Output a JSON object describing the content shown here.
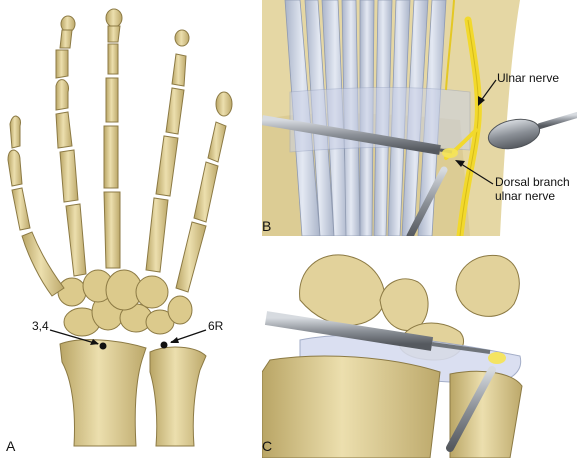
{
  "panels": {
    "a": {
      "letter": "A",
      "marker_left": "3,4",
      "marker_right": "6R"
    },
    "b": {
      "letter": "B",
      "label_ulnar": "Ulnar nerve",
      "label_dorsal_1": "Dorsal branch",
      "label_dorsal_2": "ulnar nerve"
    },
    "c": {
      "letter": "C"
    }
  },
  "colors": {
    "bone": "#e2d29b",
    "bone_shade": "#b8a465",
    "bone_outline": "#8c7a44",
    "tendon": "#c9d2e2",
    "nerve": "#f2d92c",
    "instrument": "#8a8f95",
    "capsule": "#d6dcf0"
  }
}
